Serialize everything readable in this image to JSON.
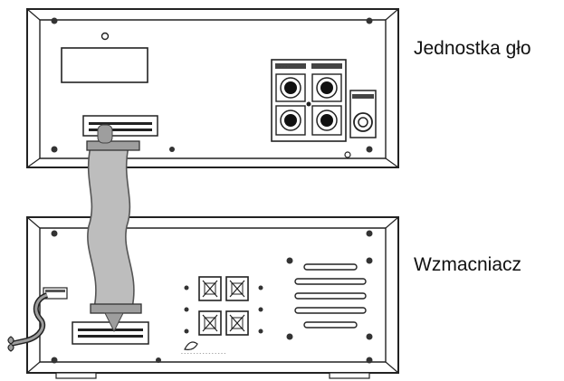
{
  "captions": {
    "top": "Jednostka gło",
    "bottom": "Wzmacniacz"
  },
  "icons": {
    "top_unit": "speaker-unit-rear-panel",
    "bottom_unit": "amplifier-rear-panel",
    "cable": "ribbon-cable-icon",
    "power_cord": "power-cord-icon"
  },
  "colors": {
    "line": "#222222",
    "cable": "#bdbdbd"
  }
}
